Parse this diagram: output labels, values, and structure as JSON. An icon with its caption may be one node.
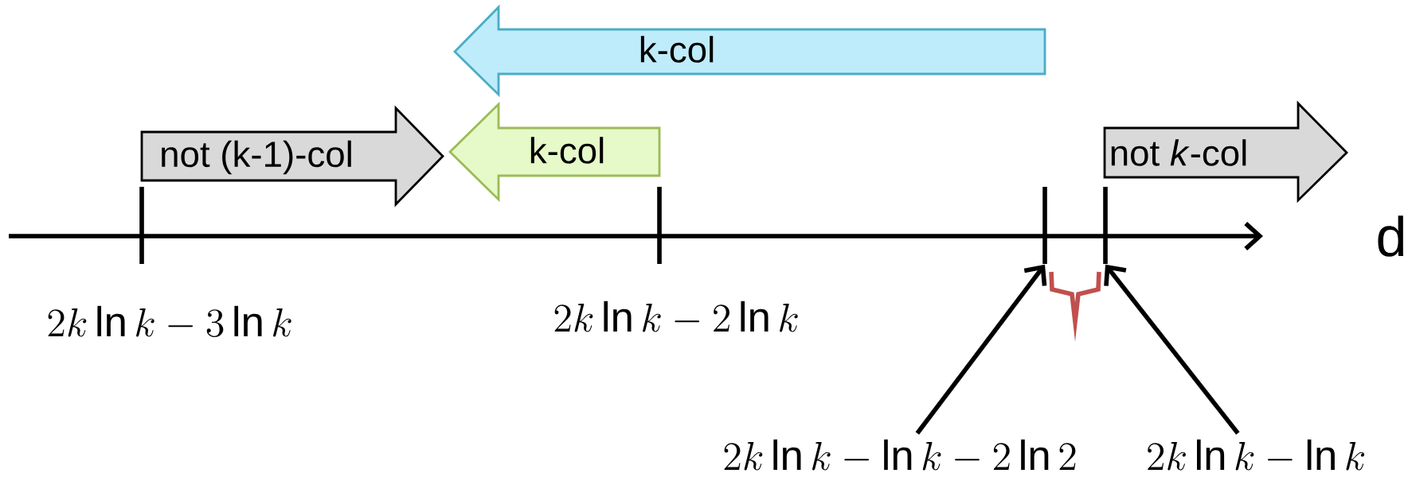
{
  "diagram": {
    "nodes": [
      {
        "text": [
          "not  (k-1)-col"
        ]
      },
      {
        "text": [
          "k-col"
        ]
      },
      {
        "text": [
          "k-col"
        ]
      },
      {
        "text": [
          "not  *k*-col"
        ]
      },
      {
        "text": [
          "2k\\ln k-\\ln k-2\\ln 2"
        ]
      },
      {
        "text": [
          "2k\\ln k-\\ln k"
        ]
      },
      {
        "text": [],
        "shape": "bar"
      },
      {
        "text": [],
        "shape": "bar"
      },
      {
        "text": [],
        "shape": "bar"
      },
      {
        "text": [],
        "shape": "bar"
      }
    ],
    "edges": [
      {
        "from": 4,
        "to": 8,
        "arrow": "to"
      },
      {
        "from": 5,
        "to": 9,
        "arrow": "to"
      }
    ],
    "labels": [
      "2k\\ln k-3\\ln k",
      "2k\\ln k-2\\ln k",
      "d"
    ]
  }
}
